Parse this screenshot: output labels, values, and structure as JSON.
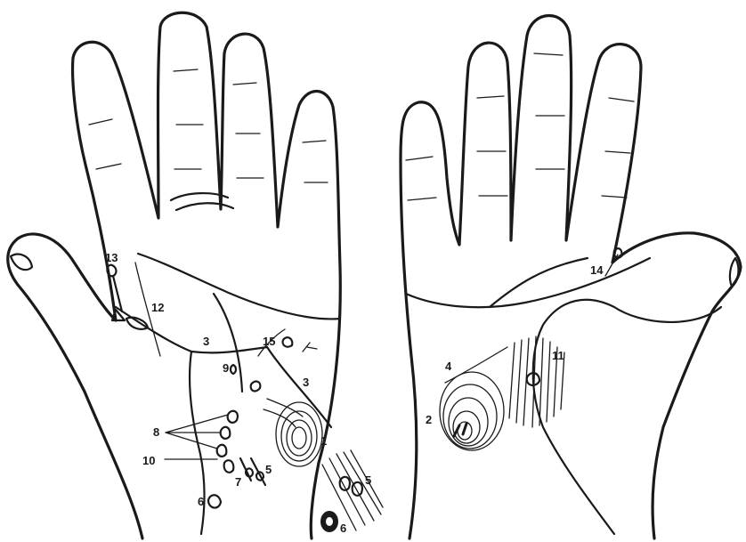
{
  "figure": {
    "left_hand_labels": {
      "l1": "1",
      "l3a": "3",
      "l3b": "3",
      "l5": "5",
      "l6": "6",
      "l7": "7",
      "l8": "8",
      "l9": "9",
      "l10": "10",
      "l12": "12",
      "l13": "13",
      "l15": "15"
    },
    "right_hand_labels": {
      "l2": "2",
      "l4": "4",
      "l11": "11",
      "l14": "14"
    },
    "wrist_labels": {
      "l5": "5",
      "l6": "6"
    }
  }
}
